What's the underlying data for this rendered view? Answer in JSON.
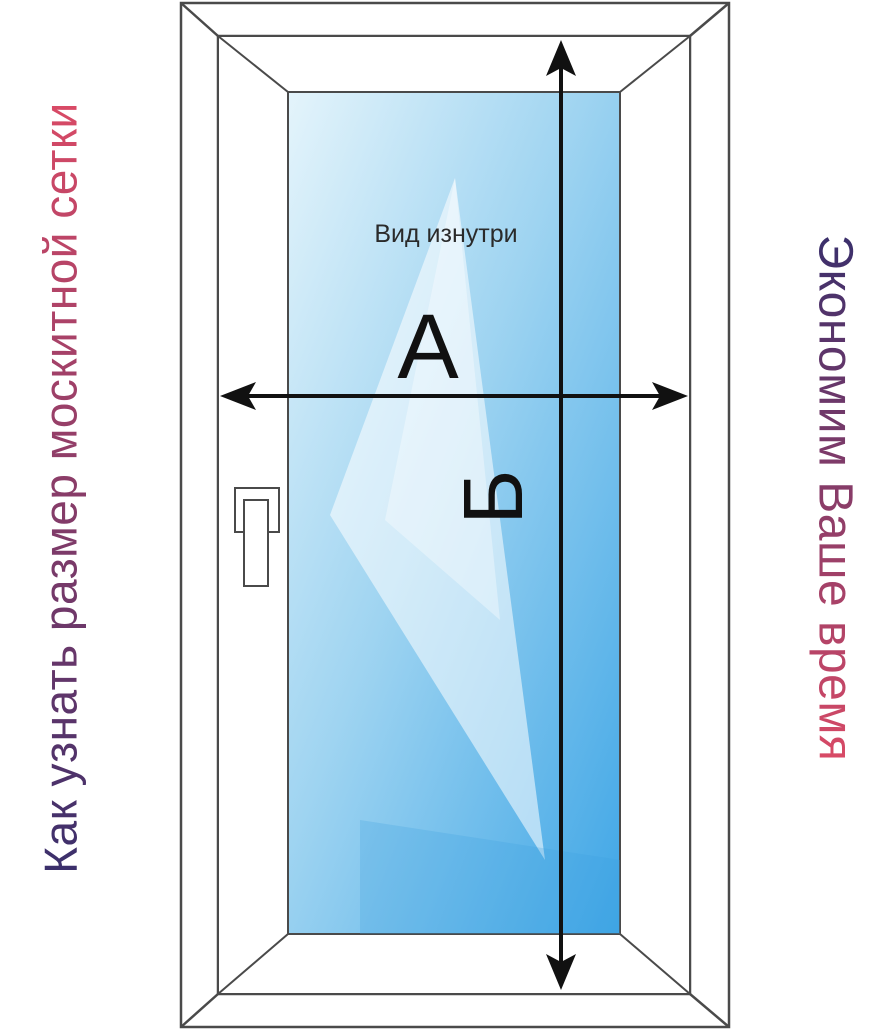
{
  "captions": {
    "left": "Как узнать размер москитной сетки",
    "right": "Экономим Ваше время"
  },
  "diagram": {
    "view_label": "Вид изнутри",
    "width_label": "А",
    "height_label": "Б"
  },
  "colors": {
    "caption_left_start": "#3a2f6b",
    "caption_left_end": "#d94a66",
    "caption_right_start": "#3a2f6b",
    "caption_right_end": "#d94a66",
    "glass_light": "#d6eef9",
    "glass_dark": "#4fb0e8",
    "frame_stroke": "#444444",
    "arrow": "#111111"
  }
}
